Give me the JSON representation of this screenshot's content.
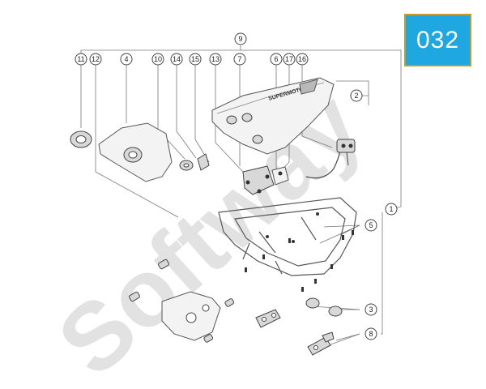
{
  "badge": {
    "label": "032",
    "bg": "#1ea7e1",
    "border": "#c99a2a"
  },
  "watermark": "Softway",
  "seat_logo": "SUPERMOTO",
  "callouts": [
    "1",
    "2",
    "3",
    "4",
    "5",
    "6",
    "7",
    "8",
    "9",
    "10",
    "11",
    "12",
    "13",
    "14",
    "15",
    "16",
    "17"
  ]
}
